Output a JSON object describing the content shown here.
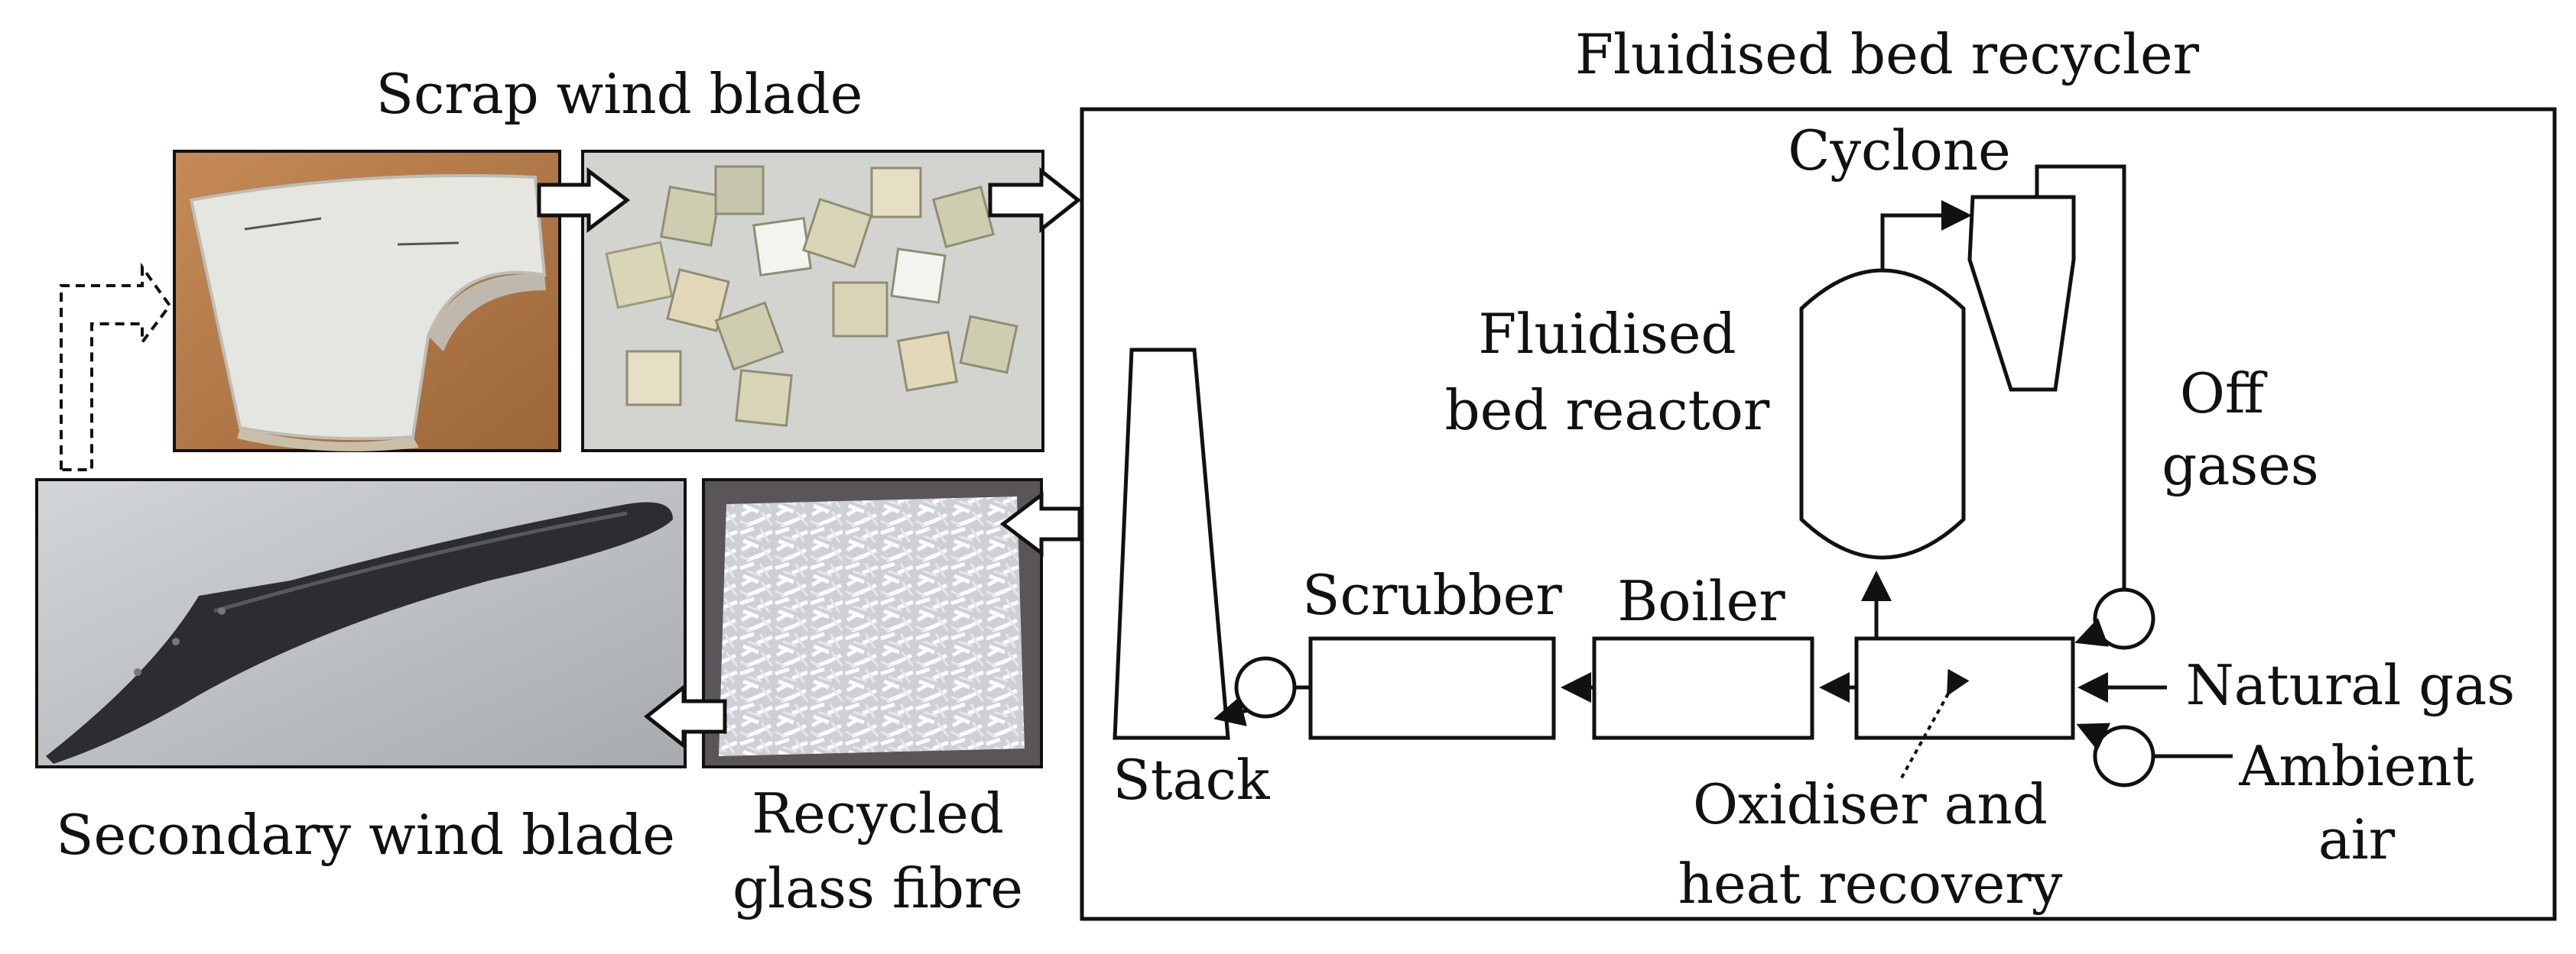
{
  "titles": {
    "recycler": "Fluidised bed recycler",
    "scrap_blade": "Scrap wind blade",
    "secondary_blade": "Secondary wind blade",
    "recycled_fibre_line1": "Recycled",
    "recycled_fibre_line2": "glass fibre"
  },
  "components": {
    "cyclone": "Cyclone",
    "reactor_line1": "Fluidised",
    "reactor_line2": "bed reactor",
    "off_gases_line1": "Off",
    "off_gases_line2": "gases",
    "scrubber": "Scrubber",
    "boiler": "Boiler",
    "stack": "Stack",
    "natural_gas": "Natural gas",
    "ambient_air_line1": "Ambient",
    "ambient_air_line2": "air",
    "oxidiser_line1": "Oxidiser and",
    "oxidiser_line2": "heat recovery"
  },
  "colors": {
    "line": "#111111",
    "wood_floor": "#b27a4c",
    "blade_panel": "#dcdcd4",
    "cube_wall": "#c9c9c4",
    "fibre_bg": "#5a5558",
    "fibre": "#eeeef2",
    "blade_dark": "#2b2d30",
    "table": "#b9bcc0"
  }
}
